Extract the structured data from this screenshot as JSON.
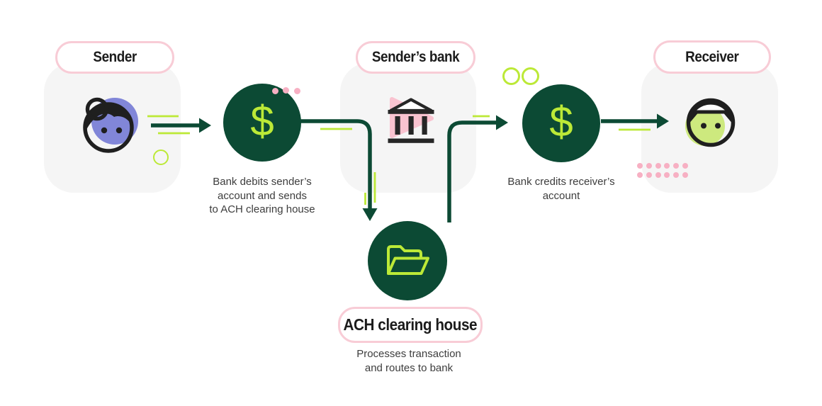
{
  "labels": {
    "sender": "Sender",
    "senders_bank": "Sender’s bank",
    "receiver": "Receiver",
    "ach": "ACH clearing house"
  },
  "captions": {
    "debit": [
      "Bank debits sender’s",
      "account and sends",
      "to ACH clearing house"
    ],
    "credit": [
      "Bank credits receiver’s",
      "account"
    ],
    "ach": [
      "Processes transaction",
      "and routes to bank"
    ]
  },
  "glyphs": {
    "dollar": "$"
  },
  "icons": {
    "sender": "person-with-bun-icon",
    "senders_bank": "bank-building-icon",
    "ach": "open-folder-icon",
    "receiver": "person-icon",
    "money": "dollar-sign-icon",
    "flow": "green-arrow-icon"
  },
  "colors": {
    "dark_green": "#0c4a34",
    "lime": "#bce937",
    "pink_border": "#f8ccd6",
    "pink_dot": "#f7b0c3",
    "pink_triangle": "#f9c3d0",
    "purple": "#8186d8",
    "receiver_green": "#cde97e",
    "card_background": "#f5f5f5",
    "caption_text": "#3d3d3d",
    "label_text": "#1c1c1c",
    "icon_black": "#1f1f1f",
    "background": "#ffffff"
  }
}
